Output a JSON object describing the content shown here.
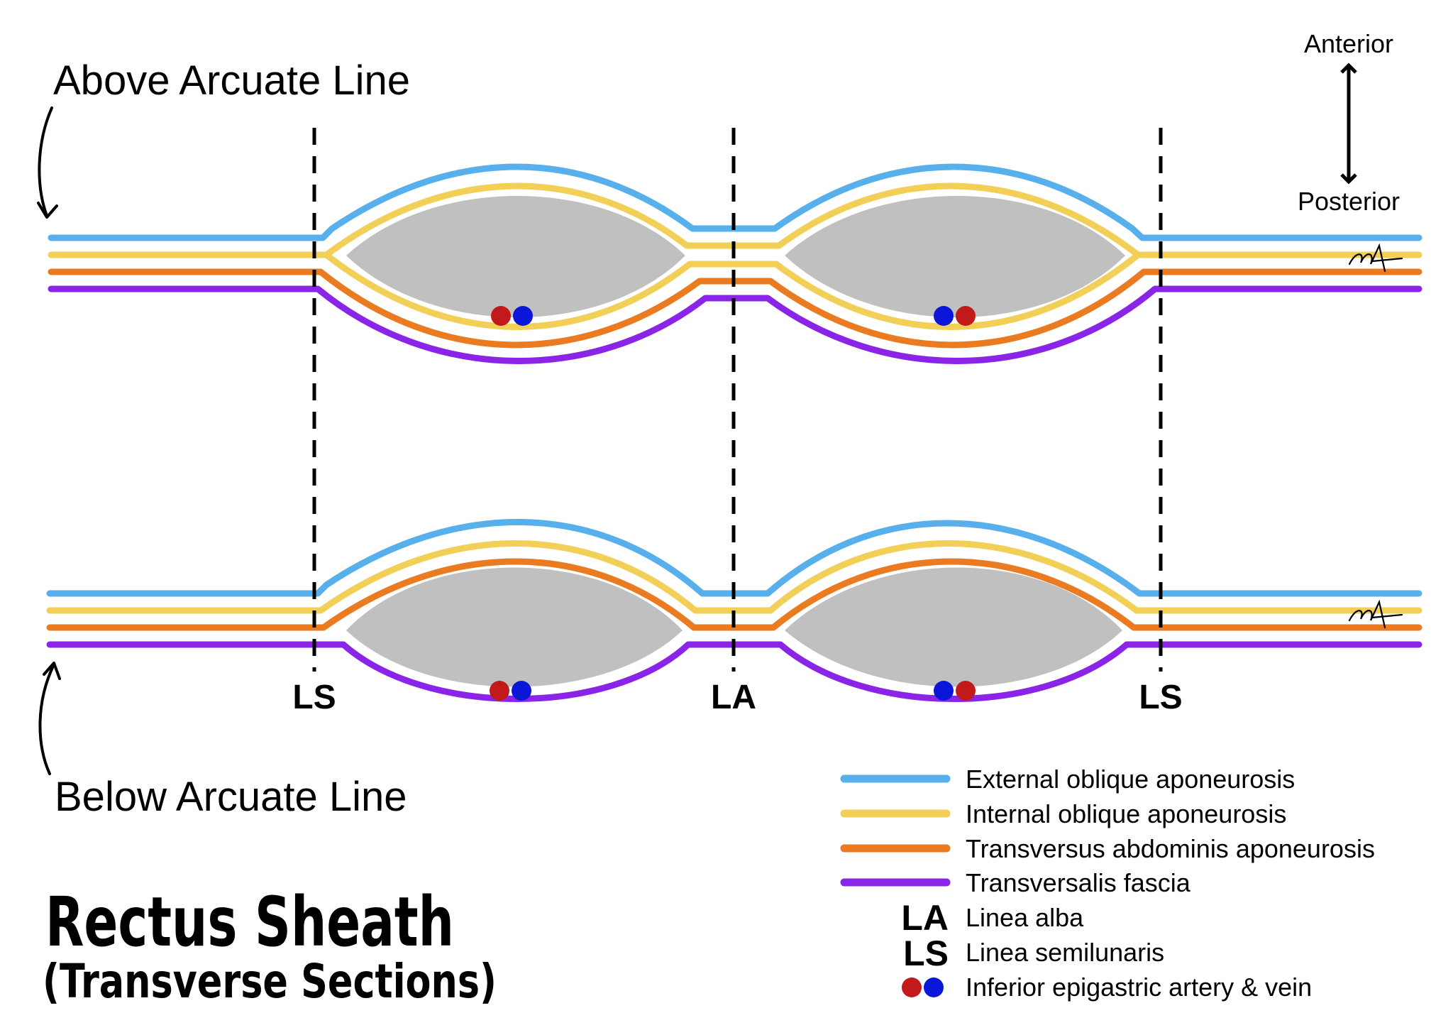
{
  "colors": {
    "external_oblique": "#57b0ec",
    "internal_oblique": "#f2cf57",
    "transversus": "#ea7b21",
    "transversalis": "#8a25e8",
    "rectus": "#c0c0c0",
    "artery": "#c21a1a",
    "vein": "#0a16d8"
  },
  "orientation": {
    "anterior": "Anterior",
    "posterior": "Posterior"
  },
  "sections": {
    "above": {
      "label": "Above Arcuate Line"
    },
    "below": {
      "label": "Below Arcuate Line"
    }
  },
  "markers": {
    "ls_left": "LS",
    "la": "LA",
    "ls_right": "LS"
  },
  "signature": "MA",
  "title": {
    "main": "Rectus Sheath",
    "sub": "(Transverse Sections)"
  },
  "legend": [
    {
      "symbol": "line",
      "color": "#57b0ec",
      "label": "External oblique aponeurosis"
    },
    {
      "symbol": "line",
      "color": "#f2cf57",
      "label": "Internal oblique aponeurosis"
    },
    {
      "symbol": "line",
      "color": "#ea7b21",
      "label": "Transversus abdominis aponeurosis"
    },
    {
      "symbol": "line",
      "color": "#8a25e8",
      "label": "Transversalis fascia"
    },
    {
      "symbol": "text",
      "key": "LA",
      "label": "Linea alba"
    },
    {
      "symbol": "text",
      "key": "LS",
      "label": "Linea semilunaris"
    },
    {
      "symbol": "dots",
      "label": "Inferior epigastric artery & vein"
    }
  ]
}
